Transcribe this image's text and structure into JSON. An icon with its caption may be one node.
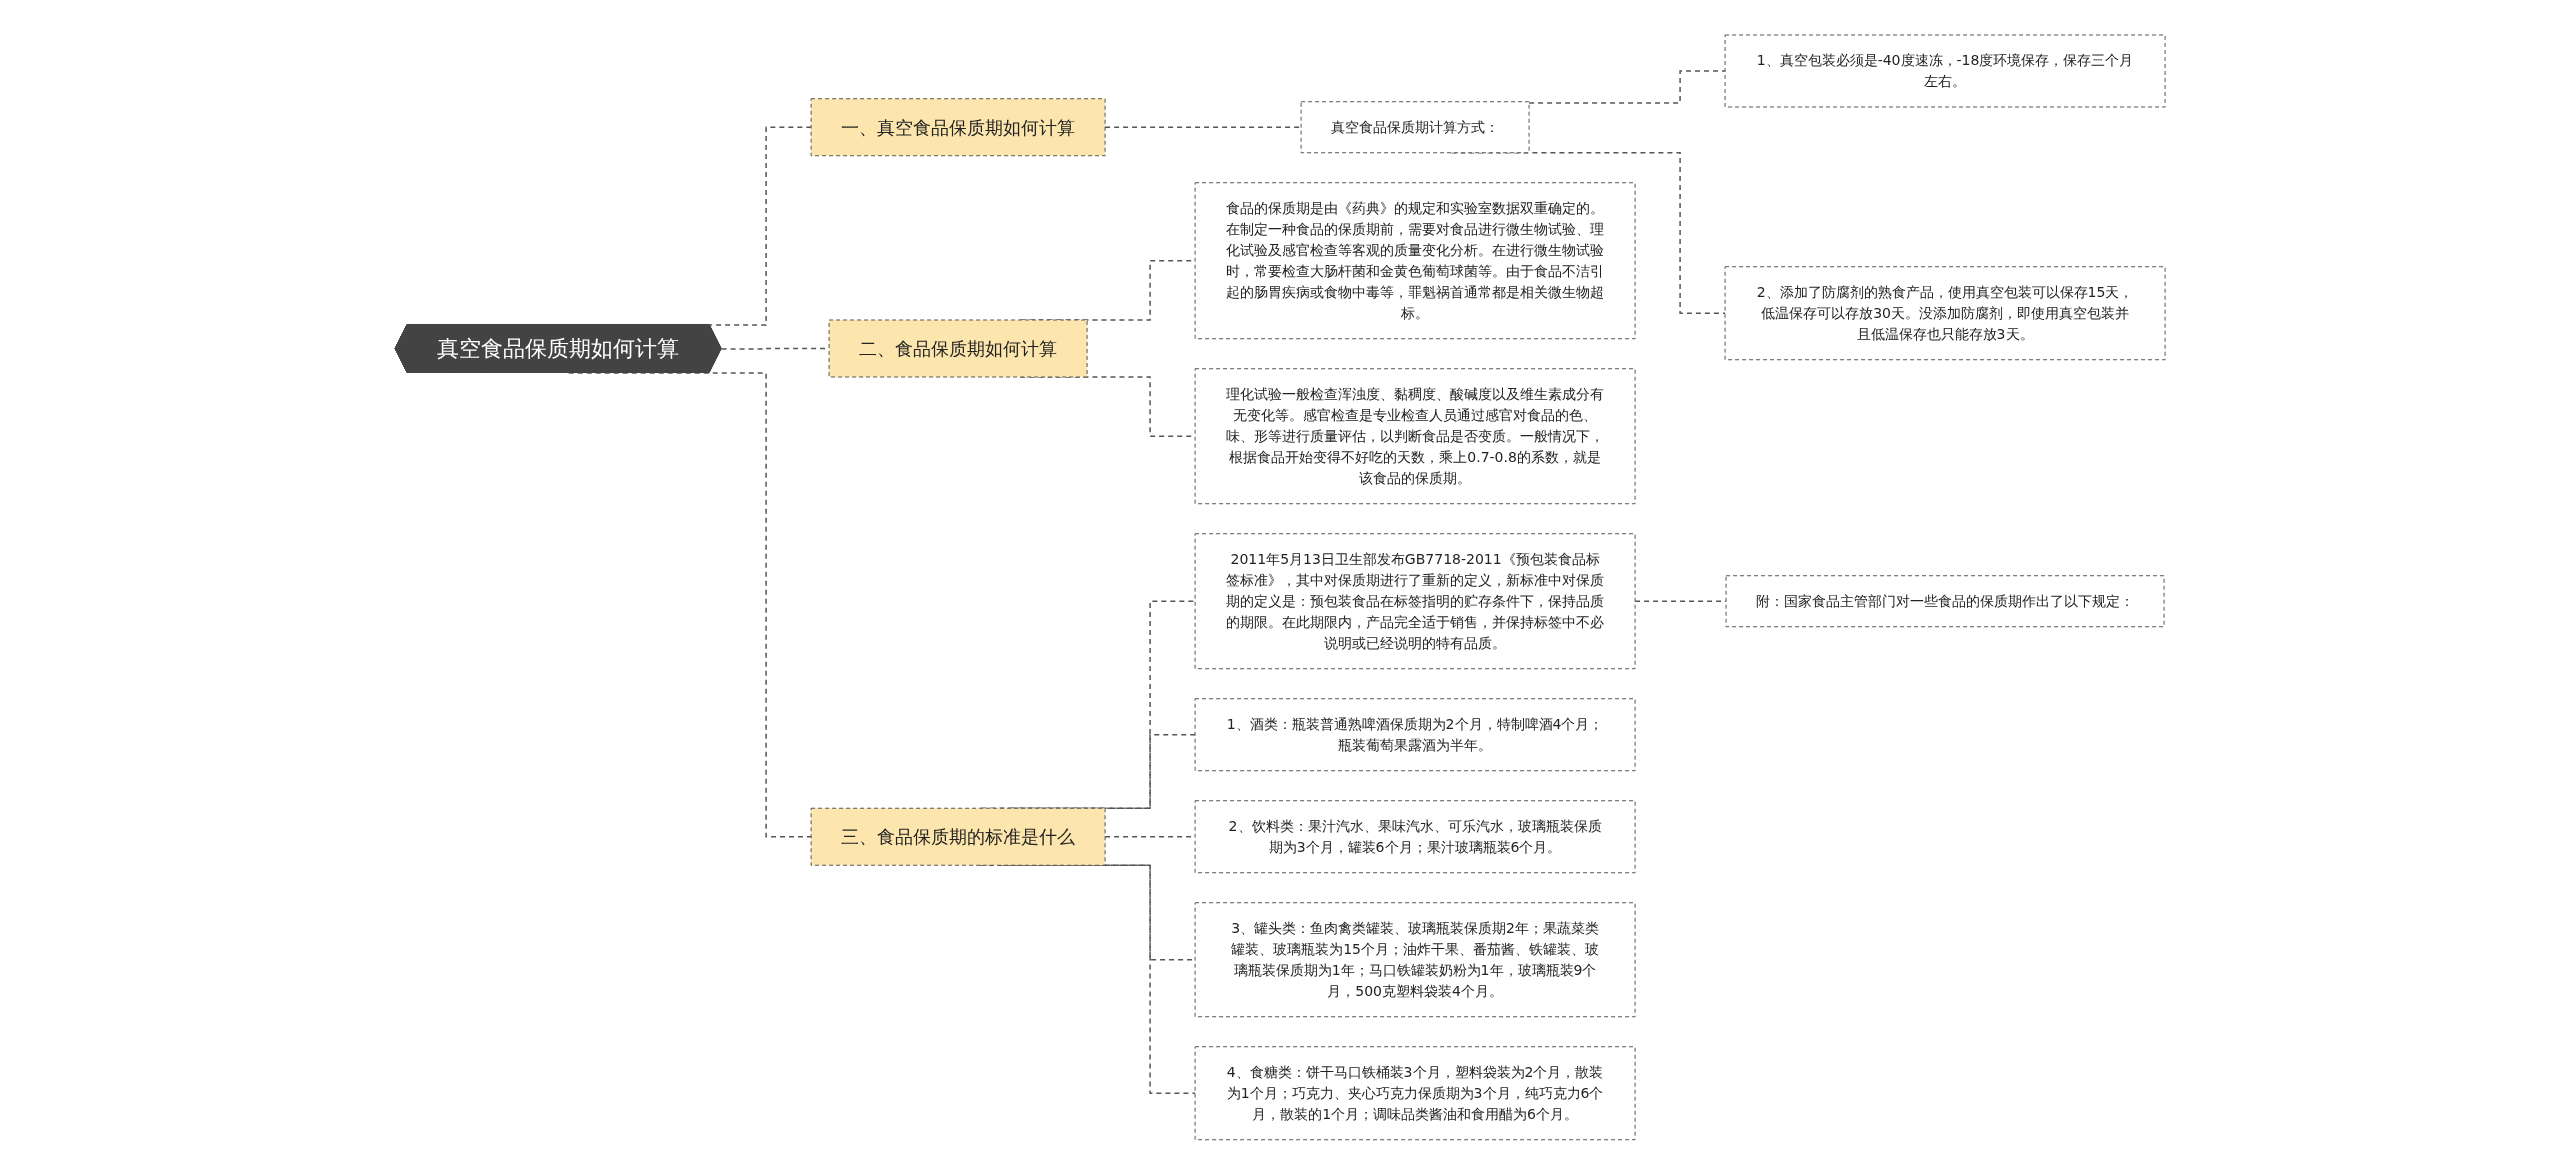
{
  "diagram": {
    "nodes": [
      {
        "text": [
          "真空食品保质期如何计算"
        ]
      },
      {
        "text": [
          "一、真空食品保质期如何计算"
        ]
      },
      {
        "text": [
          "真空食品保质期计算方式："
        ]
      },
      {
        "text": [
          "1、真空包装必须是-40度速冻，-18度环境保存，保存三个月左右。"
        ]
      },
      {
        "text": [
          "2、添加了防腐剂的熟食产品，使用真空包装可以保存15天，低温保存可以存放30天。没添加防腐剂，即使用真空包装并且低温保存也只能存放3天。"
        ]
      },
      {
        "text": [
          "二、食品保质期如何计算"
        ]
      },
      {
        "text": [
          "食品的保质期是由《药典》的规定和实验室数据双重确定的。在制定一种食品的保质期前，需要对食品进行微生物试验、理化试验及感官检查等客观的质量变化分析。在进行微生物试验时，常要检查大肠杆菌和金黄色葡萄球菌等。由于食品不洁引起的肠胃疾病或食物中毒等，罪魁祸首通常都是相关微生物超标。"
        ]
      },
      {
        "text": [
          "理化试验一般检查浑浊度、黏稠度、酸碱度以及维生素成分有无变化等。感官检查是专业检查人员通过感官对食品的色、味、形等进行质量评估，以判断食品是否变质。一般情况下，根据食品开始变得不好吃的天数，乘上0.7-0.8的系数，就是该食品的保质期。"
        ]
      },
      {
        "text": [
          "三、食品保质期的标准是什么"
        ]
      },
      {
        "text": [
          "2011年5月13日卫生部发布GB7718-2011《预包装食品标签标准》，其中对保质期进行了重新的定义，新标准中对保质期的定义是：预包装食品在标签指明的贮存条件下，保持品质的期限。在此期限内，产品完全适于销售，并保持标签中不必说明或已经说明的特有品质。"
        ]
      },
      {
        "text": [
          "附：国家食品主管部门对一些食品的保质期作出了以下规定："
        ]
      },
      {
        "text": [
          "1、酒类：瓶装普通熟啤酒保质期为2个月，特制啤酒4个月；瓶装葡萄果露酒为半年。"
        ]
      },
      {
        "text": [
          "2、饮料类：果汁汽水、果味汽水、可乐汽水，玻璃瓶装保质期为3个月，罐装6个月；果汁玻璃瓶装6个月。"
        ]
      },
      {
        "text": [
          "3、罐头类：鱼肉禽类罐装、玻璃瓶装保质期2年；果蔬菜类罐装、玻璃瓶装为15个月；油炸干果、番茄酱、铁罐装、玻璃瓶装保质期为1年；马口铁罐装奶粉为1年，玻璃瓶装9个月，500克塑料袋装4个月。"
        ]
      },
      {
        "text": [
          "4、食糖类：饼干马口铁桶装3个月，塑料袋装为2个月，散装为1个月；巧克力、夹心巧克力保质期为3个月，纯巧克力6个月，散装的1个月；调味品类酱油和食用醋为6个月。"
        ]
      }
    ],
    "edges": [
      {
        "from": 0,
        "to": 1,
        "arrow": "none",
        "style": "dashed"
      },
      {
        "from": 1,
        "to": 2,
        "arrow": "none",
        "style": "dashed"
      },
      {
        "from": 2,
        "to": 3,
        "arrow": "none",
        "style": "dashed"
      },
      {
        "from": 2,
        "to": 4,
        "arrow": "none",
        "style": "dashed"
      },
      {
        "from": 0,
        "to": 5,
        "arrow": "none",
        "style": "dashed"
      },
      {
        "from": 5,
        "to": 6,
        "arrow": "none",
        "style": "dashed"
      },
      {
        "from": 5,
        "to": 7,
        "arrow": "none",
        "style": "dashed"
      },
      {
        "from": 0,
        "to": 8,
        "arrow": "none",
        "style": "dashed"
      },
      {
        "from": 8,
        "to": 9,
        "arrow": "none",
        "style": "dashed"
      },
      {
        "from": 9,
        "to": 10,
        "arrow": "none",
        "style": "dashed"
      },
      {
        "from": 8,
        "to": 11,
        "arrow": "none",
        "style": "dashed"
      },
      {
        "from": 8,
        "to": 12,
        "arrow": "none",
        "style": "dashed"
      },
      {
        "from": 8,
        "to": 13,
        "arrow": "none",
        "style": "dashed"
      },
      {
        "from": 8,
        "to": 14,
        "arrow": "none",
        "style": "dashed"
      }
    ]
  }
}
